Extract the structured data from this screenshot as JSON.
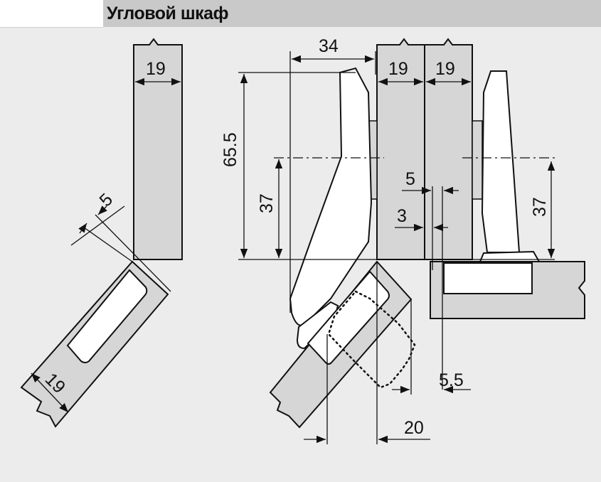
{
  "header": {
    "title": "Угловой шкаф"
  },
  "dimensions": {
    "left_panel_thickness": "19",
    "left_offset": "5",
    "left_door_thickness": "19",
    "top_width": "34",
    "height_total": "65.5",
    "height_37_left": "37",
    "panel_a": "19",
    "panel_b": "19",
    "gap_5": "5",
    "gap_3": "3",
    "height_37_right": "37",
    "offset_5_5": "5.5",
    "offset_20": "20"
  }
}
